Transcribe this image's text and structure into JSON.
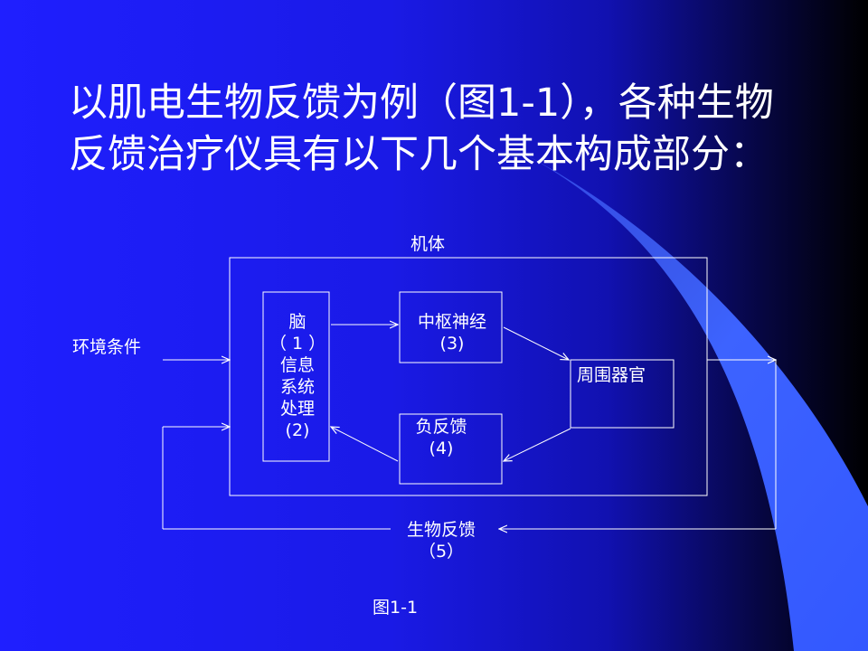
{
  "slide": {
    "title": "以肌电生物反馈为例（图1-1），各种生物反馈治疗仪具有以下几个基本构成部分："
  },
  "diagram": {
    "organism_label": "机体",
    "environment_label": "环境条件",
    "brain_lines": [
      "脑",
      "（ 1 ）",
      "信息",
      "系统",
      "处理",
      "(2)"
    ],
    "cns_lines": [
      "中枢神经",
      "(3)"
    ],
    "peripheral_label": "周围器官",
    "negative_feedback_lines": [
      "负反馈",
      "(4)"
    ],
    "biofeedback_lines": [
      "生物反馈",
      "（5）"
    ],
    "caption": "图1-1"
  },
  "colors": {
    "background": "#1f1fff",
    "accent_band": "#3d63ff",
    "text": "#ffffff"
  }
}
